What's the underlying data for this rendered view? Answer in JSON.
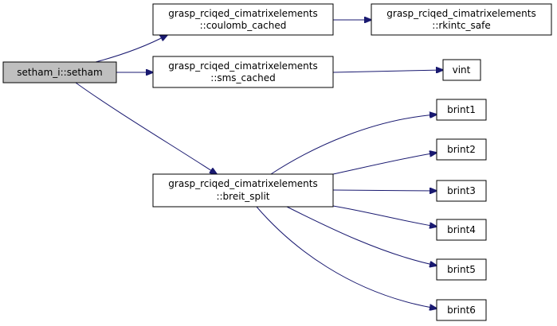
{
  "colors": {
    "edge": "#191970",
    "node_border": "#000000",
    "node_fill": "#ffffff",
    "root_fill": "#bfbfbf",
    "text": "#000000"
  },
  "nodes": {
    "root": {
      "lines": [
        "setham_i::setham"
      ],
      "highlighted": true
    },
    "coulomb": {
      "lines": [
        "grasp_rciqed_cimatrixelements",
        "::coulomb_cached"
      ]
    },
    "rkintc": {
      "lines": [
        "grasp_rciqed_cimatrixelements",
        "::rkintc_safe"
      ]
    },
    "sms": {
      "lines": [
        "grasp_rciqed_cimatrixelements",
        "::sms_cached"
      ]
    },
    "vint": {
      "lines": [
        "vint"
      ]
    },
    "breit": {
      "lines": [
        "grasp_rciqed_cimatrixelements",
        "::breit_split"
      ]
    },
    "brint1": {
      "lines": [
        "brint1"
      ]
    },
    "brint2": {
      "lines": [
        "brint2"
      ]
    },
    "brint3": {
      "lines": [
        "brint3"
      ]
    },
    "brint4": {
      "lines": [
        "brint4"
      ]
    },
    "brint5": {
      "lines": [
        "brint5"
      ]
    },
    "brint6": {
      "lines": [
        "brint6"
      ]
    }
  },
  "edges": [
    {
      "from": "root",
      "to": "coulomb"
    },
    {
      "from": "root",
      "to": "sms"
    },
    {
      "from": "root",
      "to": "breit"
    },
    {
      "from": "coulomb",
      "to": "rkintc"
    },
    {
      "from": "sms",
      "to": "vint"
    },
    {
      "from": "breit",
      "to": "brint1"
    },
    {
      "from": "breit",
      "to": "brint2"
    },
    {
      "from": "breit",
      "to": "brint3"
    },
    {
      "from": "breit",
      "to": "brint4"
    },
    {
      "from": "breit",
      "to": "brint5"
    },
    {
      "from": "breit",
      "to": "brint6"
    }
  ]
}
